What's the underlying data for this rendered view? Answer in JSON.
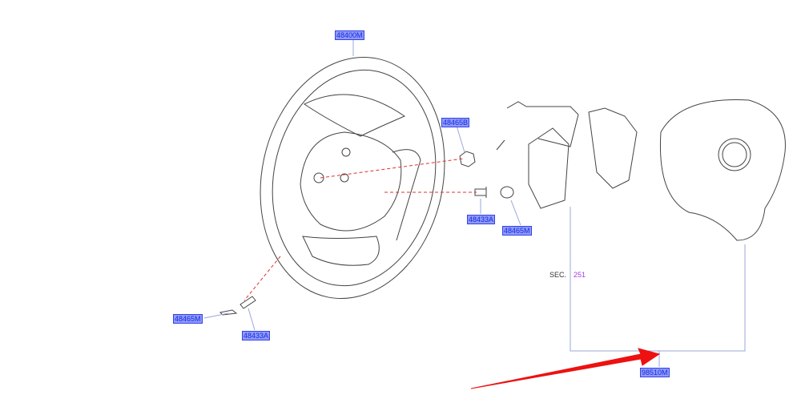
{
  "diagram": {
    "part_labels": [
      "48400M",
      "48465B",
      "48433A",
      "48465M",
      "48465M",
      "48433A",
      "98510M"
    ],
    "section_prefix": "SEC.",
    "section_number": "251"
  },
  "colors": {
    "label_bg": "#8f9aff",
    "leader_line": "#9aa8d8",
    "arrow": "#ee1111",
    "dash": "#e03030"
  }
}
